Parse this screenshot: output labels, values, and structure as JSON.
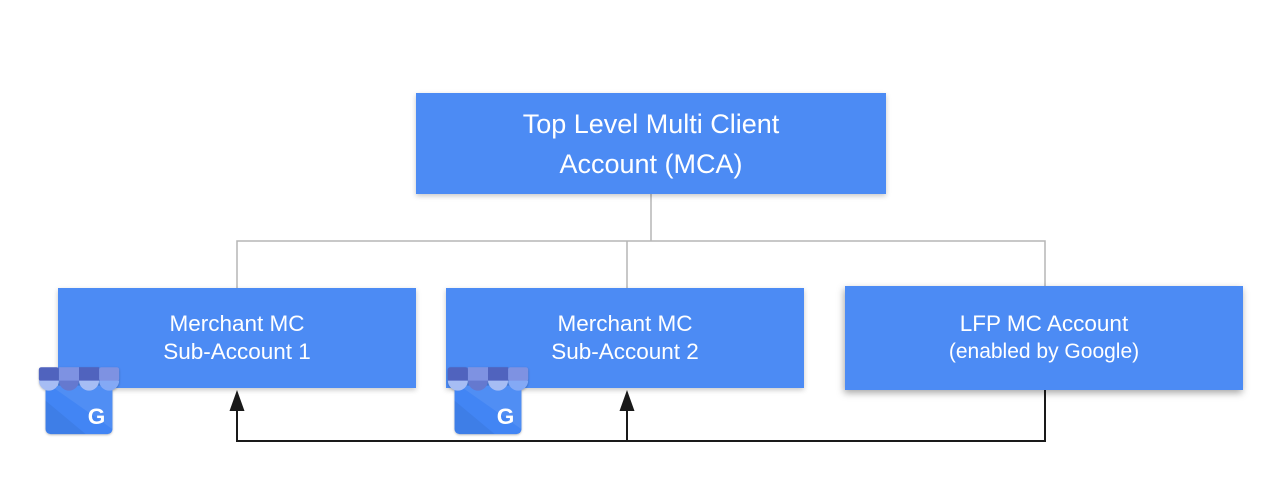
{
  "diagram": {
    "title_semantics": "Merchant Center multi-client account hierarchy",
    "colors": {
      "node_fill": "#4c8bf4",
      "node_text": "#ffffff",
      "connector_gray": "#b5b5b5",
      "connector_black": "#1a1a1a",
      "background": "#ffffff",
      "icon_body_blue": "#4285f4",
      "icon_awning_dark": "#5063be",
      "icon_awning_medium": "#7e92e2",
      "icon_scallop_light": "#a6bdf4",
      "icon_scallop_dark": "#6579cf",
      "icon_scallop_blue": "#84a9f5"
    },
    "nodes": {
      "root": {
        "line1": "Top Level Multi Client",
        "line2": "Account (MCA)"
      },
      "sub1": {
        "line1": "Merchant MC",
        "line2": "Sub-Account 1"
      },
      "sub2": {
        "line1": "Merchant MC",
        "line2": "Sub-Account 2"
      },
      "lfp": {
        "line1": "LFP MC Account",
        "line2": "(enabled by Google)"
      }
    },
    "icons": {
      "business_profile": "google-business-storefront-icon",
      "letter": "G"
    },
    "edges": {
      "tree": [
        "root -> sub1 (gray line)",
        "root -> sub2 (gray line)",
        "root -> lfp (gray line)"
      ],
      "flow": [
        "lfp -> sub1 (black arrow)",
        "lfp -> sub2 (black arrow)"
      ]
    }
  }
}
